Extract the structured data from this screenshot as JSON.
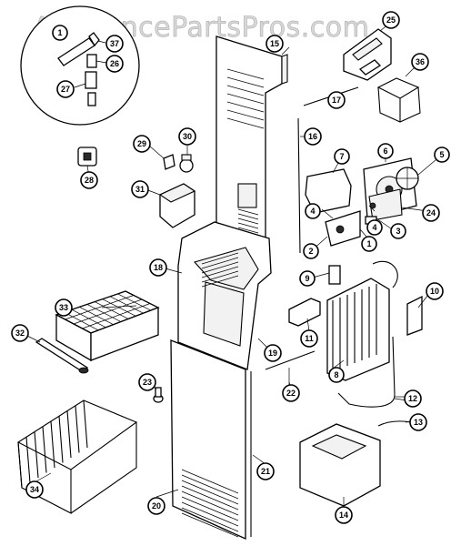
{
  "watermark": {
    "text": "AppliancePartsPros.com"
  },
  "callouts": {
    "c2": "2",
    "c3": "3",
    "c4a": "4",
    "c4b": "4",
    "c5": "5",
    "c6": "6",
    "c7": "7",
    "c8": "8",
    "c9": "9",
    "c10": "10",
    "c11": "11",
    "c12": "12",
    "c13": "13",
    "c14": "14",
    "c15": "15",
    "c16": "16",
    "c17": "17",
    "c18": "18",
    "c19": "19",
    "c20": "20",
    "c21": "21",
    "c22": "22",
    "c23": "23",
    "c24": "24",
    "c25": "25",
    "c26": "26",
    "c27": "27",
    "c28": "28",
    "c29": "29",
    "c30": "30",
    "c31": "31",
    "c32": "32",
    "c33": "33",
    "c34": "34",
    "c36": "36",
    "c37": "37",
    "c1": "1",
    "c1b": "1"
  }
}
